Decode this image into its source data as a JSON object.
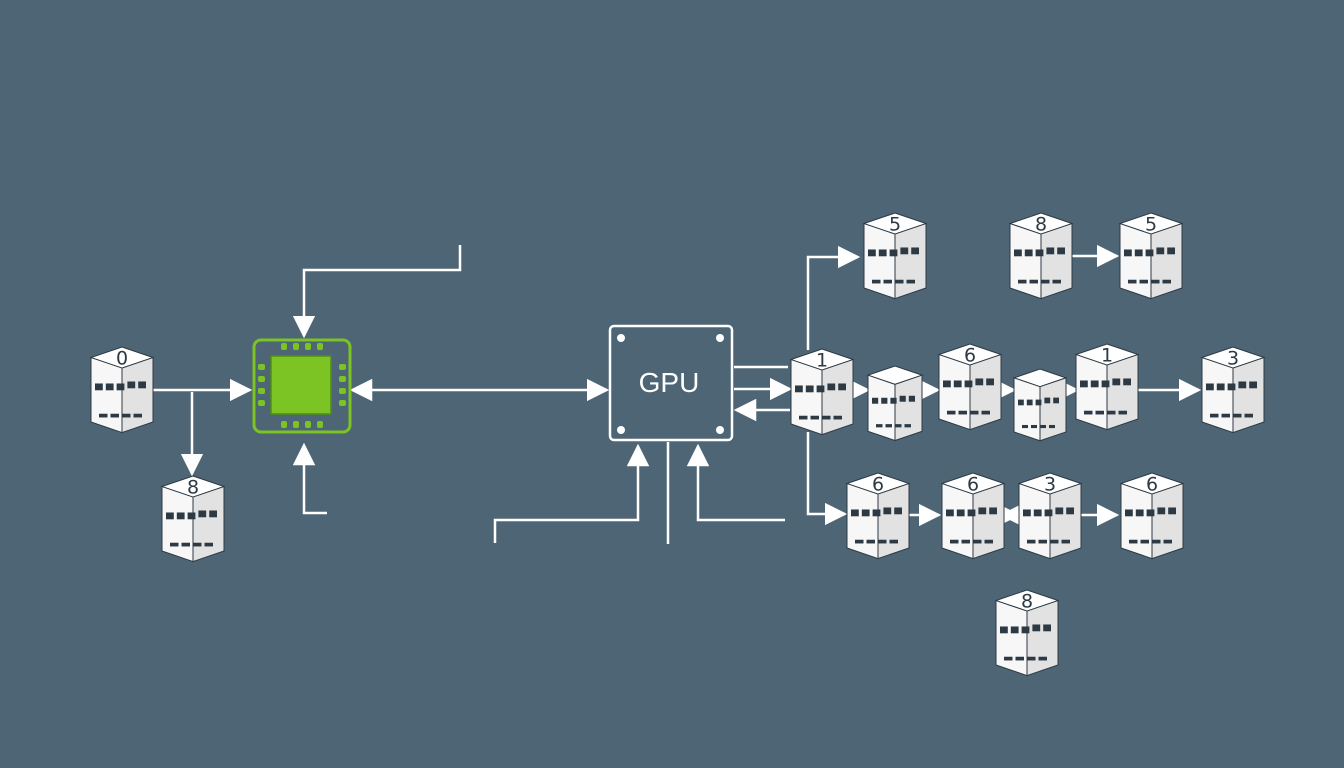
{
  "colors": {
    "background": "#4d6575",
    "line": "#ffffff",
    "cube_face_front": "#f7f7f7",
    "cube_face_top": "#ffffff",
    "cube_face_side": "#e2e2e2",
    "cube_mark": "#2d3a44",
    "chip_accent": "#7cc423",
    "chip_dark": "#4e8f16"
  },
  "gpu": {
    "label": "GPU"
  },
  "chip": {
    "icon": "processor-chip-icon"
  },
  "nodes": [
    {
      "id": "left-top",
      "label": "0"
    },
    {
      "id": "left-bottom",
      "label": "8"
    },
    {
      "id": "hub",
      "label": "1"
    },
    {
      "id": "top-1",
      "label": "5"
    },
    {
      "id": "top-2",
      "label": "8"
    },
    {
      "id": "top-3",
      "label": "5"
    },
    {
      "id": "mid-2",
      "label": "6"
    },
    {
      "id": "mid-4",
      "label": "1"
    },
    {
      "id": "mid-5",
      "label": "3"
    },
    {
      "id": "low-1",
      "label": "6"
    },
    {
      "id": "low-2",
      "label": "6"
    },
    {
      "id": "low-3",
      "label": "3"
    },
    {
      "id": "low-4",
      "label": "6"
    },
    {
      "id": "bottom",
      "label": "8"
    },
    {
      "id": "mid-small-1",
      "label": ""
    },
    {
      "id": "mid-small-2",
      "label": ""
    }
  ]
}
